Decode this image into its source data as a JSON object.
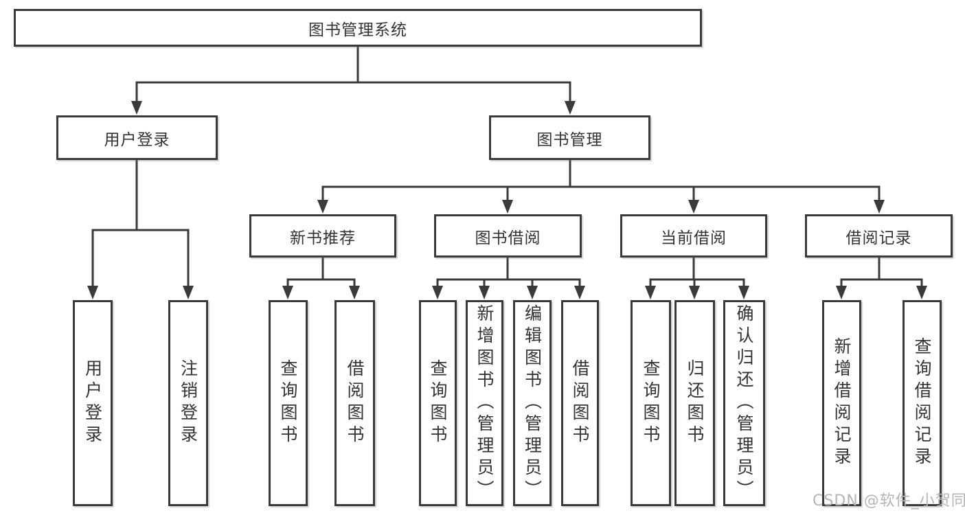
{
  "colors": {
    "line": "#3a3a3a",
    "text": "#333333",
    "watermark": "#b5b5b5",
    "background": "#ffffff"
  },
  "watermark": "CSDN @软件_小贺同学",
  "tree": {
    "label": "图书管理系统",
    "children": [
      {
        "label": "用户登录",
        "children": [
          {
            "label": "用户登录"
          },
          {
            "label": "注销登录"
          }
        ]
      },
      {
        "label": "图书管理",
        "children": [
          {
            "label": "新书推荐",
            "children": [
              {
                "label": "查询图书"
              },
              {
                "label": "借阅图书"
              }
            ]
          },
          {
            "label": "图书借阅",
            "children": [
              {
                "label": "查询图书"
              },
              {
                "label": "新增图书（管理员）"
              },
              {
                "label": "编辑图书（管理员）"
              },
              {
                "label": "借阅图书"
              }
            ]
          },
          {
            "label": "当前借阅",
            "children": [
              {
                "label": "查询图书"
              },
              {
                "label": "归还图书"
              },
              {
                "label": "确认归还（管理员）"
              }
            ]
          },
          {
            "label": "借阅记录",
            "children": [
              {
                "label": "新增借阅记录"
              },
              {
                "label": "查询借阅记录"
              }
            ]
          }
        ]
      }
    ]
  }
}
